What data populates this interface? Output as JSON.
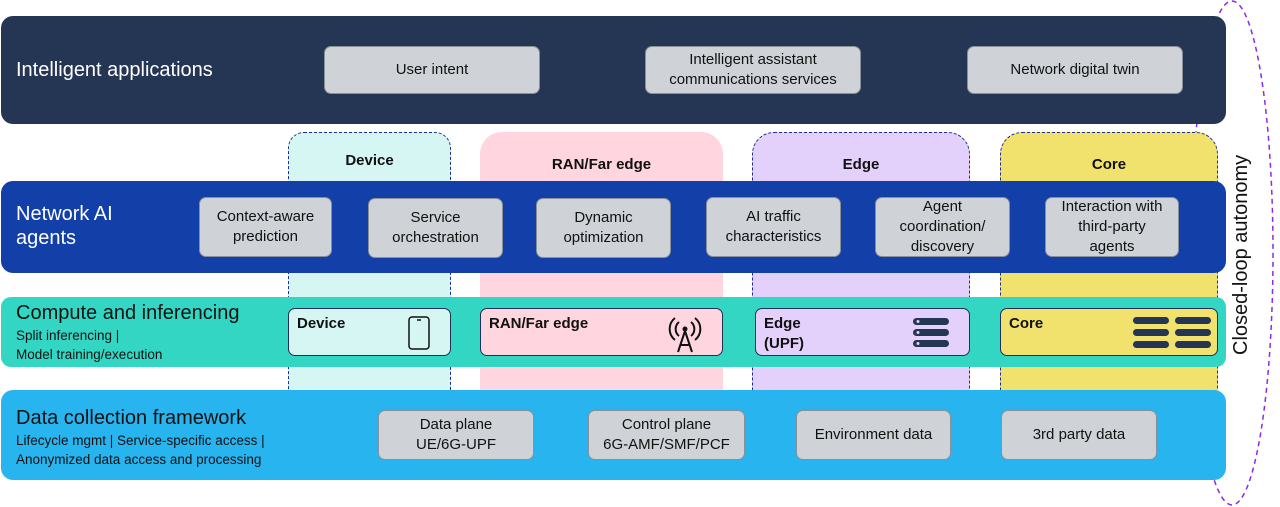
{
  "intelligent_apps": {
    "title": "Intelligent applications",
    "boxes": [
      "User intent",
      "Intelligent assistant\ncommunications services",
      "Network digital twin"
    ]
  },
  "columns": {
    "device": "Device",
    "ran": "RAN/Far edge",
    "edge": "Edge",
    "core": "Core"
  },
  "network_agents": {
    "title": "Network AI\nagents",
    "boxes": [
      "Context-aware\nprediction",
      "Service\norchestration",
      "Dynamic\noptimization",
      "AI traffic\ncharacteristics",
      "Agent\ncoordination/\ndiscovery",
      "Interaction with\nthird-party\nagents"
    ]
  },
  "compute": {
    "title": "Compute and inferencing",
    "subtitle": "Split inferencing |\nModel training/execution",
    "boxes": [
      "Device",
      "RAN/Far edge",
      "Edge\n(UPF)",
      "Core"
    ]
  },
  "data_collection": {
    "title": "Data collection framework",
    "subtitle": "Lifecycle mgmt | Service-specific access |\nAnonymized data access and processing",
    "boxes": [
      "Data plane\nUE/6G-UPF",
      "Control plane\n6G-AMF/SMF/PCF",
      "Environment data",
      "3rd party data"
    ]
  },
  "loop_label": "Closed-loop autonomy",
  "colors": {
    "navy": "#253554",
    "blue": "#123fa8",
    "teal": "#33d6c3",
    "sky": "#28b4ee",
    "device_col": "#d5f6f3",
    "ran_col": "#ffd6df",
    "edge_col": "#e3d0fb",
    "core_col": "#f1e26e"
  }
}
